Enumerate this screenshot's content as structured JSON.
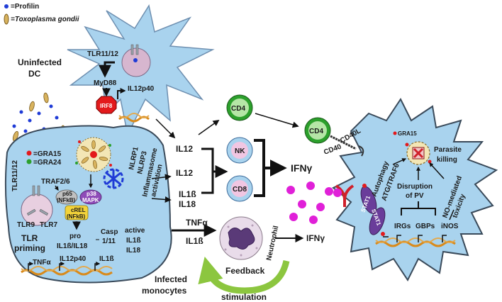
{
  "legend": {
    "profilin": "=Profilin",
    "toxoplasma": "=Toxoplasma gondii",
    "gra15": "=GRA15",
    "gra24": "=GRA24"
  },
  "dc": {
    "label_line1": "Uninfected",
    "label_line2": "DC",
    "tlr1112": "TLR11/12",
    "myd88": "MyD88",
    "irf8": "IRF8",
    "il12p40": "IL12p40"
  },
  "monocyte": {
    "tlr1112": "TLR11/12",
    "traf26": "TRAF2/6",
    "p65_line1": "p65",
    "p65_line2": "(NFkB)",
    "p38_line1": "p38",
    "p38_line2": "MAPK",
    "crel_line1": "cREL",
    "crel_line2": "(NFkB)",
    "nlrp1": "NLRP1",
    "nlrp3": "NLRP3",
    "inflammasome": "Inflammasome",
    "activation": "activation",
    "tlr9": "TLR9",
    "tlr7": "TLR7",
    "tlr_line1": "TLR",
    "tlr_line2": "priming",
    "pro_line1": "pro",
    "pro_line2": "IL1ß/IL18",
    "casp_line1": "Casp",
    "casp_line2": "1/11",
    "active_line1": "active",
    "active_line2": "IL1ß",
    "active_line3": "IL18",
    "gene_tnfa": "TNFα",
    "gene_il12p40": "IL12p40",
    "gene_il1b": "IL1ß",
    "label_line1": "Infected",
    "label_line2": "monocytes"
  },
  "mediators": {
    "il12_top": "IL12",
    "il12_mid": "IL12",
    "il1b": "IL1ß",
    "il18": "IL18",
    "tnfa": "TNFα",
    "il1b_2": "IL1ß",
    "ifng_main": "IFNγ",
    "ifng_neut": "IFNγ"
  },
  "cells": {
    "cd4_a": "CD4",
    "nk": "NK",
    "cd8": "CD8",
    "cd4_b": "CD4",
    "neutrophil": "Neutrophil",
    "feedback": "Feedback",
    "stimulation": "stimulation"
  },
  "target": {
    "gra15": "GRA15",
    "cd40l": "CD40L",
    "cd40": "CD40",
    "autophagy": "Autophagy",
    "atg": "ATG/TRAF6",
    "parasite_line1": "Parasite",
    "parasite_line2": "killing",
    "disruption_line1": "Disruption",
    "disruption_line2": "of PV",
    "no_line1": "NO-mediated",
    "no_line2": "toxicity",
    "stat1_a": "STAT1",
    "stat1_b": "STAT1",
    "irgs": "IRGs",
    "gbps": "GBPs",
    "inos": "iNOS"
  },
  "colors": {
    "dc_fill": "#a9d3ee",
    "mono_fill": "#a9d3ee",
    "target_fill": "#a9d3ee",
    "irf8": "#e31a1c",
    "cd4": "#2ca02c",
    "stat1": "#6a3d9a",
    "ifng_dots": "#e020d8",
    "feedback_arrow": "#8cc63f"
  }
}
